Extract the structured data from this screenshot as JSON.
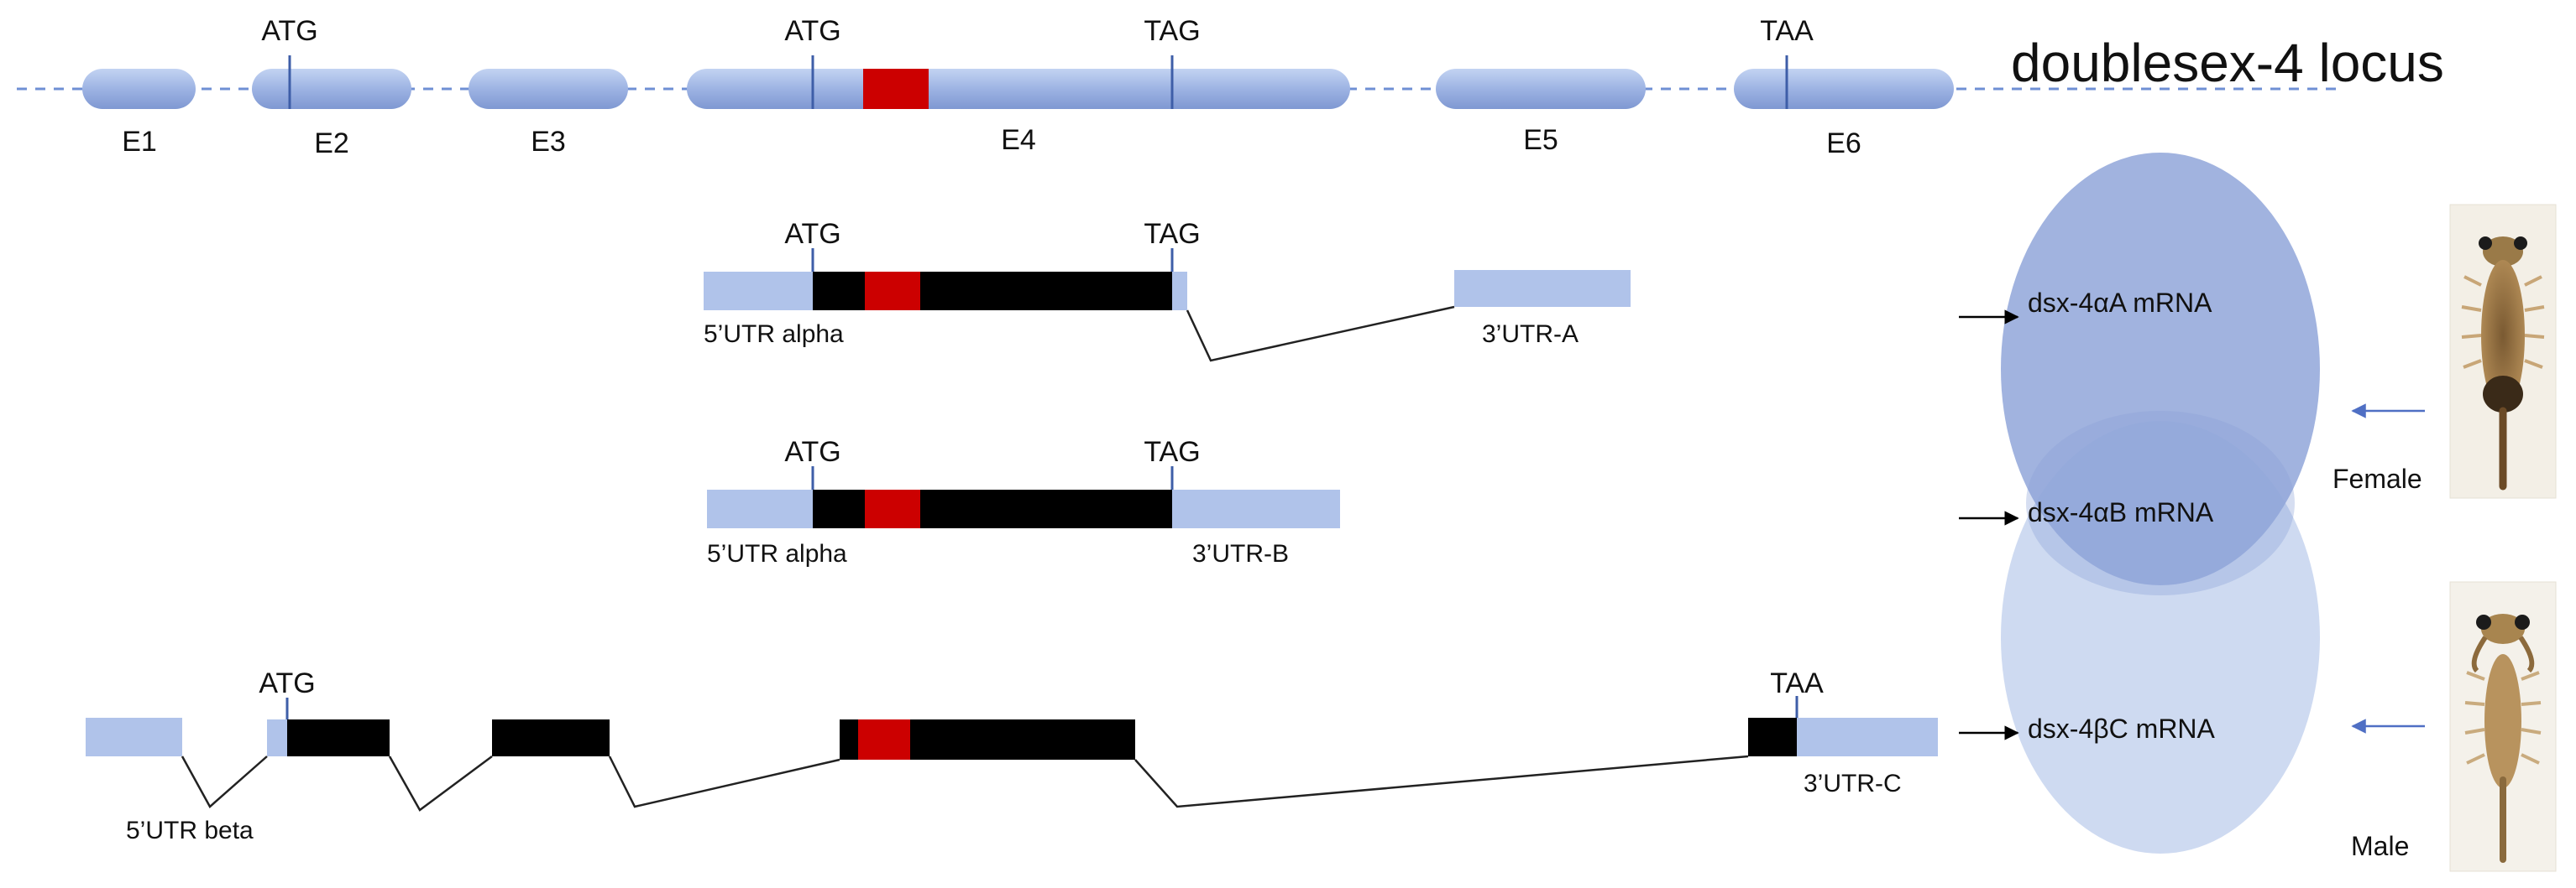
{
  "title": "doublesex-4 locus",
  "colors": {
    "exon": "#9db3e3",
    "utr": "#b0c3ea",
    "cds": "#000000",
    "domain": "#cc0000",
    "ellipse_female": "#97abdc",
    "ellipse_male": "#c5d3ee",
    "ellipse_overlap": "#8aa0d6",
    "arrow_blue": "#4f6fc4"
  },
  "locus": {
    "exons": [
      "E1",
      "E2",
      "E3",
      "E4",
      "E5",
      "E6"
    ],
    "codons": [
      "ATG",
      "ATG",
      "TAG",
      "TAA"
    ]
  },
  "isoforms": [
    {
      "start_codon": "ATG",
      "stop_codon": "TAG",
      "utr5": "5’UTR alpha",
      "utr3": "3’UTR-A",
      "mrna": "dsx-4αA mRNA"
    },
    {
      "start_codon": "ATG",
      "stop_codon": "TAG",
      "utr5": "5’UTR alpha",
      "utr3": "3’UTR-B",
      "mrna": "dsx-4αB mRNA"
    },
    {
      "start_codon": "ATG",
      "stop_codon": "TAA",
      "utr5": "5’UTR beta",
      "utr3": "3’UTR-C",
      "mrna": "dsx-4βC mRNA"
    }
  ],
  "sexes": {
    "female": "Female",
    "male": "Male"
  },
  "photos": {
    "female": "female-shrimp-photo",
    "male": "male-shrimp-photo"
  }
}
